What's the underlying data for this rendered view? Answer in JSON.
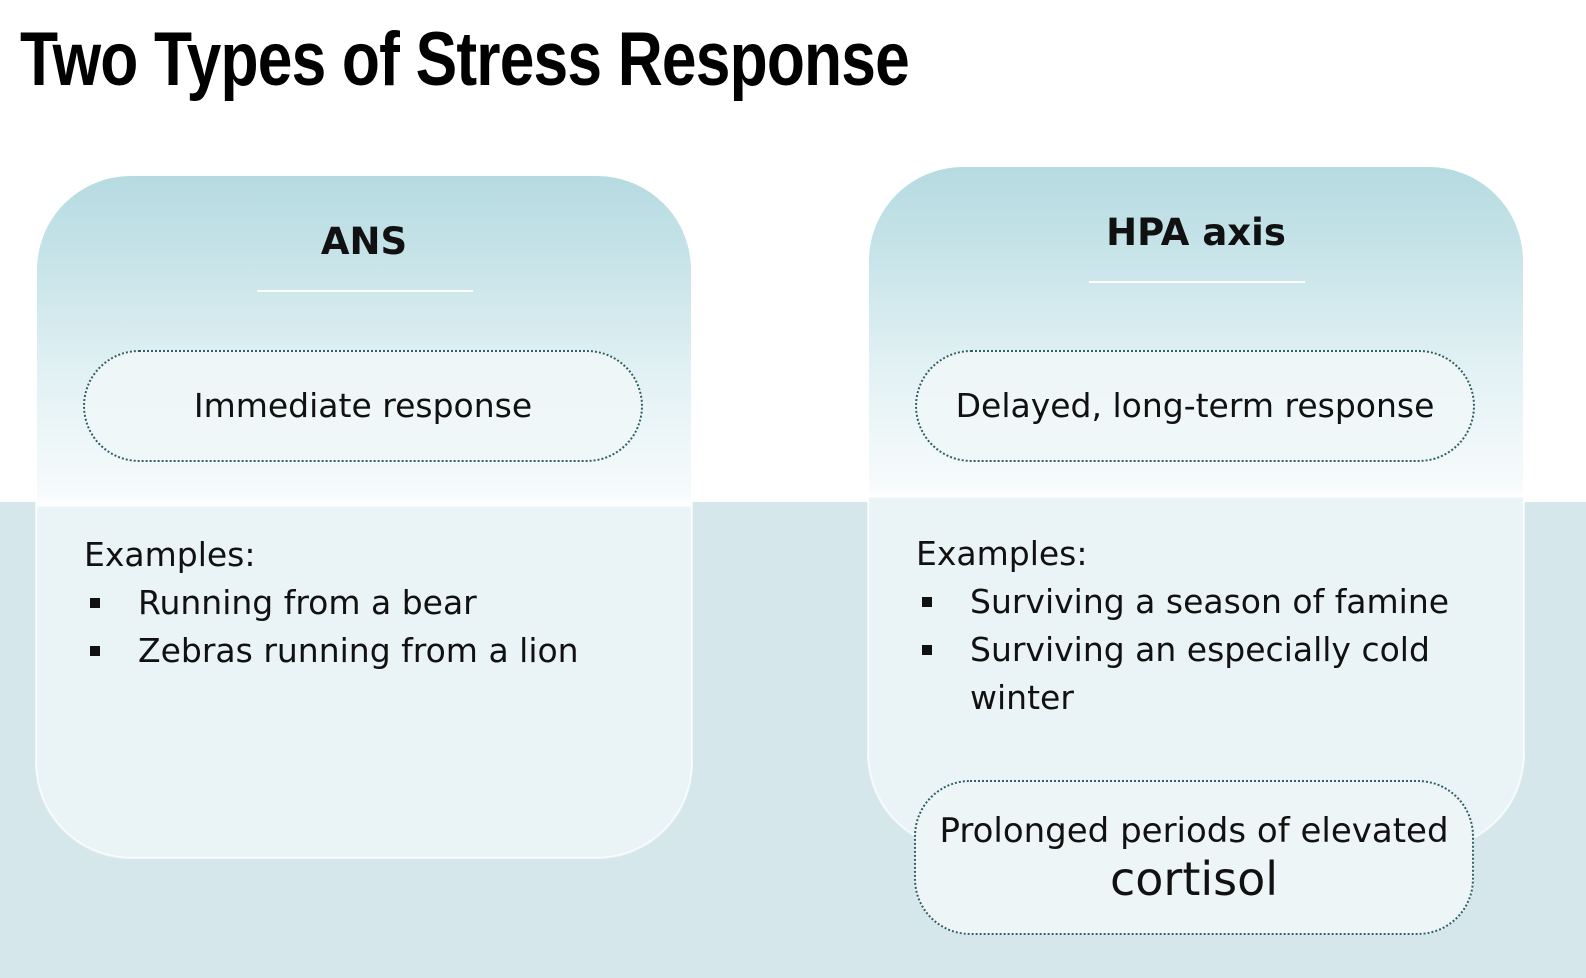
{
  "slide": {
    "title": "Two Types of Stress Response"
  },
  "left_card": {
    "title": "ANS",
    "response": "Immediate response",
    "examples_label": "Examples:",
    "examples": [
      "Running from a bear",
      "Zebras running from a lion"
    ]
  },
  "right_card": {
    "title": "HPA axis",
    "response": "Delayed, long-term response",
    "examples_label": "Examples:",
    "examples": [
      "Surviving a season of famine",
      "Surviving an especially cold winter"
    ],
    "callout_line1": "Prolonged periods of elevated",
    "callout_line2": "cortisol"
  },
  "colors": {
    "band": "#d5e7eb",
    "card_top": "#b5dbe1",
    "pill_border": "#2f5f6a"
  }
}
